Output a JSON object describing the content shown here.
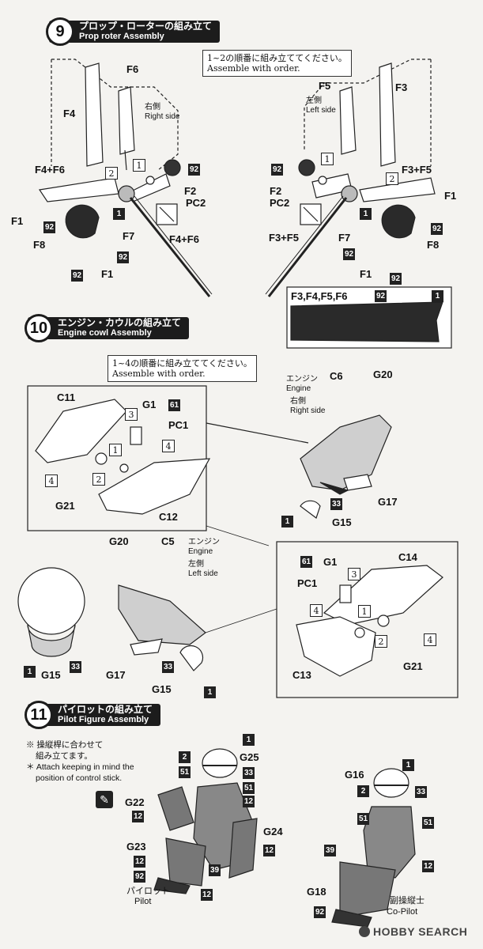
{
  "steps": [
    {
      "number": "9",
      "title_jp": "プロップ・ローターの組み立て",
      "title_en": "Prop roter Assembly"
    },
    {
      "number": "10",
      "title_jp": "エンジン・カウルの組み立て",
      "title_en": "Engine cowl Assembly"
    },
    {
      "number": "11",
      "title_jp": "パイロットの組み立て",
      "title_en": "Pilot Figure Assembly"
    }
  ],
  "notes": {
    "order_2_jp": "1~2の順番に組み立ててください。",
    "order_2_en": "Assemble with order.",
    "order_4_jp": "1~4の順番に組み立ててください。",
    "order_4_en": "Assemble with order.",
    "stick_jp_1": "※ 操縦桿に合わせて",
    "stick_jp_2": "組み立てます。",
    "stick_en_1": "＊ Attach keeping in mind the",
    "stick_en_2": "position of control stick."
  },
  "sides": {
    "right_jp": "右側",
    "right_en": "Right side",
    "left_jp": "左側",
    "left_en": "Left side",
    "engine_jp": "エンジン",
    "engine_en": "Engine"
  },
  "parts": {
    "F1": "F1",
    "F2": "F2",
    "F3": "F3",
    "F4": "F4",
    "F5": "F5",
    "F6": "F6",
    "F7": "F7",
    "F8": "F8",
    "F4F6": "F4+F6",
    "F3F5": "F3+F5",
    "PC1": "PC1",
    "PC2": "PC2",
    "C5": "C5",
    "C6": "C6",
    "C11": "C11",
    "C12": "C12",
    "C13": "C13",
    "C14": "C14",
    "G1": "G1",
    "G15": "G15",
    "G16": "G16",
    "G17": "G17",
    "G18": "G18",
    "G20": "G20",
    "G21": "G21",
    "G22": "G22",
    "G23": "G23",
    "G24": "G24",
    "G25": "G25",
    "paint_group": "F3,F4,F5,F6"
  },
  "colors": {
    "c1": "1",
    "c12": "12",
    "c33": "33",
    "c39": "39",
    "c51": "51",
    "c61": "61",
    "c92": "92"
  },
  "order_marks": {
    "o1": "1",
    "o2": "2",
    "o3": "3",
    "o4": "4"
  },
  "figures": {
    "pilot_jp": "パイロット",
    "pilot_en": "Pilot",
    "copilot_jp": "副操縦士",
    "copilot_en": "Co-Pilot"
  },
  "watermark": "HOBBY SEARCH"
}
